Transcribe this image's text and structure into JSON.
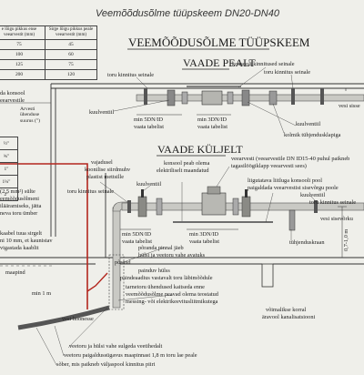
{
  "document": {
    "title": "Veemõõdusõlme tüüpskeem DN20-DN40",
    "heading": "VEEMÕÕDUSÕLME TÜÜPSKEEM",
    "top_view_title": "VAADE PEALT",
    "side_view_title": "VAADE KÜLJELT"
  },
  "spec_table": {
    "headers": [
      "e lõigu pikkus ense veearvestit (mm)",
      "Sirge lõigu pikkus peale veearvestit (mm)"
    ],
    "rows": [
      [
        "75",
        "45"
      ],
      [
        "100",
        "60"
      ],
      [
        "125",
        "75"
      ],
      [
        "200",
        "120"
      ]
    ]
  },
  "left_fragments": {
    "konsool": "da konsool",
    "veearvesti": "eearvestile",
    "arvesti_header": "Arvesti ühenduse suurus (\")",
    "sizes": [
      "½\"",
      "¾\"",
      "1\"",
      "1¼\"",
      "2\""
    ],
    "note1": "(2,5 mm²) sülte",
    "note2": "eemõõdusõlmeni",
    "note3": "ilääramiseks, jätta",
    "note4": "neva toru ümber",
    "note5": "kaabel tuua sirgelt",
    "note6": "ni 10 mm, et kaunistav",
    "note7": "vigastada kaablit",
    "maapind": "maapind",
    "min1m": "min 1 m"
  },
  "top_view_labels": {
    "konsool_kinnitus": "konsooli kinnitused seinale",
    "toru_kinnitus_left": "toru kinnitus seinale",
    "toru_kinnitus_right": "toru kinnitus seinale",
    "kuulventiil_left": "kuulventiil",
    "kuulventiil_right": "kuulventiil",
    "min5dn_left": "min 5DN/ID",
    "vaata_left": "vaata tabelist",
    "min3dn": "min 3DN/ID",
    "vaata_mid": "vaata tabelist",
    "kolmik": "kolmik tühjendusklapiga",
    "vesi_sisse": "vesi sisse"
  },
  "side_view_labels": {
    "vajadusel": "vajadusel",
    "koonilise": "koonilise siirdmuhv",
    "plastist": "plastist mettsille",
    "konsool_peab": "konsool peab olema",
    "elektriliselt": "elektriliselt maandatud",
    "veearvesti": "veearvesti (veearvestile DN ID15-40 puhul paikneb",
    "tagasilook": "tagasilöögiklapp veearvesti sees)",
    "liigutatava": "liigutatava liitluga konsooli pool",
    "paigaldada": "paigaldada veearvestist sisevõrgu poole",
    "toru_kinnitus": "toru kinnitus seinale",
    "kuulventiil_a": "kuulventiil",
    "kuulventiil_b": "kuulventiil",
    "toru_kinnitus_seinale": "toru kinnitus seinale",
    "vesi_sisevõrku": "vesi sisevõrku",
    "min5dn": "min 5DN/ID",
    "vaata1": "vaata tabelist",
    "min3dn": "min 3DN/ID",
    "vaata2": "vaata tabelist",
    "poranda": "põranda pinnal jäeb",
    "hulsi": "hülsi ja veetoru vahe avatuks",
    "tuhjendus": "tühjenduskraan",
    "dim": "0,7-1,0 m",
    "porand": "põrand",
    "painduv": "painduv hülss",
    "painde": "paindeaadius vastavalt toru läbimõõdule",
    "tarnetoru": "tarnetoru ühendused kaitseda enne",
    "veemoodus": "veemõõdusõlme peavad olema teostatud",
    "messingvoi": "messing- või elektrikeevitusliitmikutega",
    "vesi_hoonesse": "vesi hoonesse",
    "vooluline": "võimalikse korral",
    "aravool": "äravool kanalisatsiooni",
    "veetoru_ja": "veetoru ja hülsi vahe sulgeda veetihedalt",
    "veetoru_paigaldus": "veetoru paigaldussügavus maapinnast 1,8 m toru lae peale",
    "sõber": "sõber, mis paikneb väljaspool kinnitus piiri"
  },
  "colors": {
    "pipe": "#7d7d7d",
    "red_line": "#b3261e",
    "ink": "#222222",
    "paper": "#efefea"
  }
}
